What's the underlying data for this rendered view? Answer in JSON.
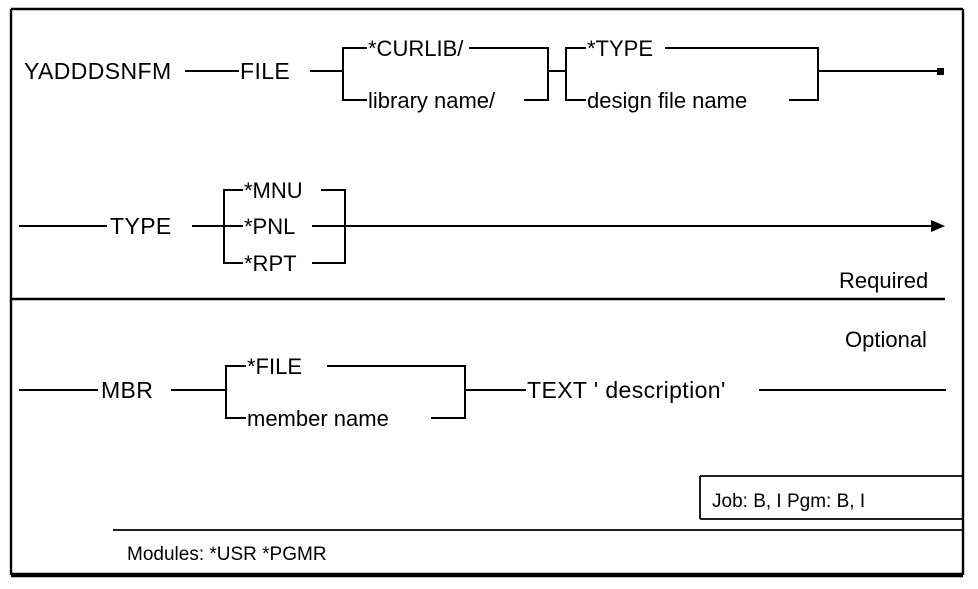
{
  "diagram": {
    "type": "railroad-syntax-diagram",
    "command": "YADDDSNFM",
    "sections": [
      {
        "name": "Required",
        "label": "Required",
        "rows": [
          {
            "id": "row-file",
            "keyword": "FILE",
            "groups": [
              {
                "id": "library-qualifier",
                "alternatives": [
                  "*CURLIB/",
                  "library name/"
                ],
                "default": "*CURLIB/"
              },
              {
                "id": "file-name",
                "alternatives": [
                  "*TYPE",
                  "design file name"
                ],
                "default": "*TYPE"
              }
            ]
          },
          {
            "id": "row-type",
            "keyword": "TYPE",
            "groups": [
              {
                "id": "type-value",
                "alternatives": [
                  "*MNU",
                  "*PNL",
                  "*RPT"
                ],
                "default": "*MNU"
              }
            ]
          }
        ]
      },
      {
        "name": "Optional",
        "label": "Optional",
        "rows": [
          {
            "id": "row-mbr",
            "keyword": "MBR",
            "groups": [
              {
                "id": "member-value",
                "alternatives": [
                  "*FILE",
                  "member name"
                ],
                "default": "*FILE"
              }
            ],
            "trailing_keyword": "TEXT ' description'"
          }
        ]
      }
    ],
    "job_pgm_box": "Job: B, I   Pgm: B, I",
    "modules_line": "Modules:  *USR  *PGMR",
    "colors": {
      "ink": "#000000",
      "background": "#ffffff"
    }
  }
}
